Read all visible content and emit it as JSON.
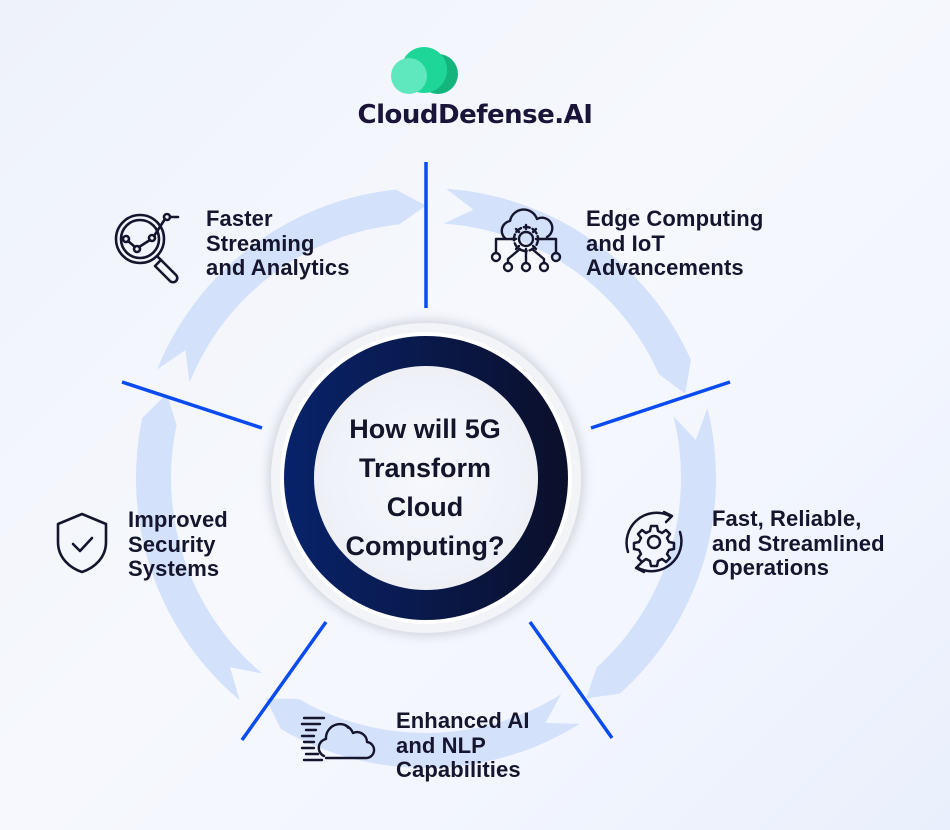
{
  "brand": {
    "name": "CloudDefense.AI",
    "logo_icon": "cloud-logo-icon",
    "colors": {
      "light": "#5fe8bd",
      "mid": "#1fd699",
      "dark": "#13b57c"
    }
  },
  "center": {
    "title_lines": [
      "How will 5G",
      "Transform",
      "Cloud",
      "Computing?"
    ],
    "ring_color_start": "#08236b",
    "ring_color_end": "#0b0f2a"
  },
  "colors": {
    "divider": "#0a4bf0",
    "arrow_ring": "#d3e1fb",
    "text": "#15152e"
  },
  "items": [
    {
      "id": "faster-streaming",
      "icon": "magnifier-chart-icon",
      "lines": [
        "Faster",
        "Streaming",
        "and Analytics"
      ]
    },
    {
      "id": "edge-computing",
      "icon": "cloud-gear-network-icon",
      "lines": [
        "Edge Computing",
        "and IoT",
        "Advancements"
      ]
    },
    {
      "id": "fast-operations",
      "icon": "gear-refresh-icon",
      "lines": [
        "Fast, Reliable,",
        "and Streamlined",
        "Operations"
      ]
    },
    {
      "id": "enhanced-ai",
      "icon": "fast-cloud-icon",
      "lines": [
        "Enhanced AI",
        "and NLP",
        "Capabilities"
      ]
    },
    {
      "id": "security",
      "icon": "shield-check-icon",
      "lines": [
        "Improved",
        "Security",
        "Systems"
      ]
    }
  ]
}
